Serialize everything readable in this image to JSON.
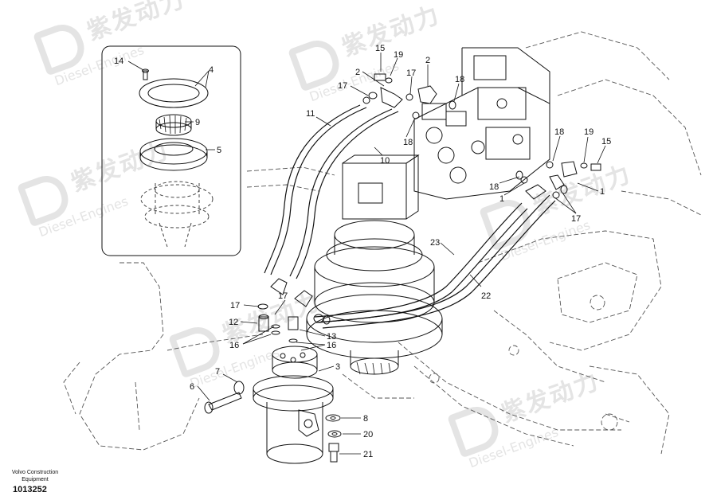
{
  "watermark": {
    "brand_cn": "紫发动力",
    "brand_en": "Diesel-Engines"
  },
  "footer": {
    "company_line1": "Volvo Construction",
    "company_line2": "Equipment",
    "part_number": "1013252"
  },
  "callouts": [
    {
      "id": "c14",
      "text": "14"
    },
    {
      "id": "c4",
      "text": "4"
    },
    {
      "id": "c9",
      "text": "9"
    },
    {
      "id": "c5",
      "text": "5"
    },
    {
      "id": "c15a",
      "text": "15"
    },
    {
      "id": "c19a",
      "text": "19"
    },
    {
      "id": "c17a",
      "text": "17"
    },
    {
      "id": "c2a",
      "text": "2"
    },
    {
      "id": "c2b",
      "text": "2"
    },
    {
      "id": "c17b",
      "text": "17"
    },
    {
      "id": "c18a",
      "text": "18"
    },
    {
      "id": "c11",
      "text": "11"
    },
    {
      "id": "c18b",
      "text": "18"
    },
    {
      "id": "c10",
      "text": "10"
    },
    {
      "id": "c18c",
      "text": "18"
    },
    {
      "id": "c19b",
      "text": "19"
    },
    {
      "id": "c15b",
      "text": "15"
    },
    {
      "id": "c18d",
      "text": "18"
    },
    {
      "id": "c1a",
      "text": "1"
    },
    {
      "id": "c1b",
      "text": "1"
    },
    {
      "id": "c17c",
      "text": "17"
    },
    {
      "id": "c23",
      "text": "23"
    },
    {
      "id": "c22",
      "text": "22"
    },
    {
      "id": "c17d",
      "text": "17"
    },
    {
      "id": "c17e",
      "text": "17"
    },
    {
      "id": "c12",
      "text": "12"
    },
    {
      "id": "c13",
      "text": "13"
    },
    {
      "id": "c16a",
      "text": "16"
    },
    {
      "id": "c16b",
      "text": "16"
    },
    {
      "id": "c3",
      "text": "3"
    },
    {
      "id": "c7",
      "text": "7"
    },
    {
      "id": "c6",
      "text": "6"
    },
    {
      "id": "c8",
      "text": "8"
    },
    {
      "id": "c20",
      "text": "20"
    },
    {
      "id": "c21",
      "text": "21"
    }
  ]
}
